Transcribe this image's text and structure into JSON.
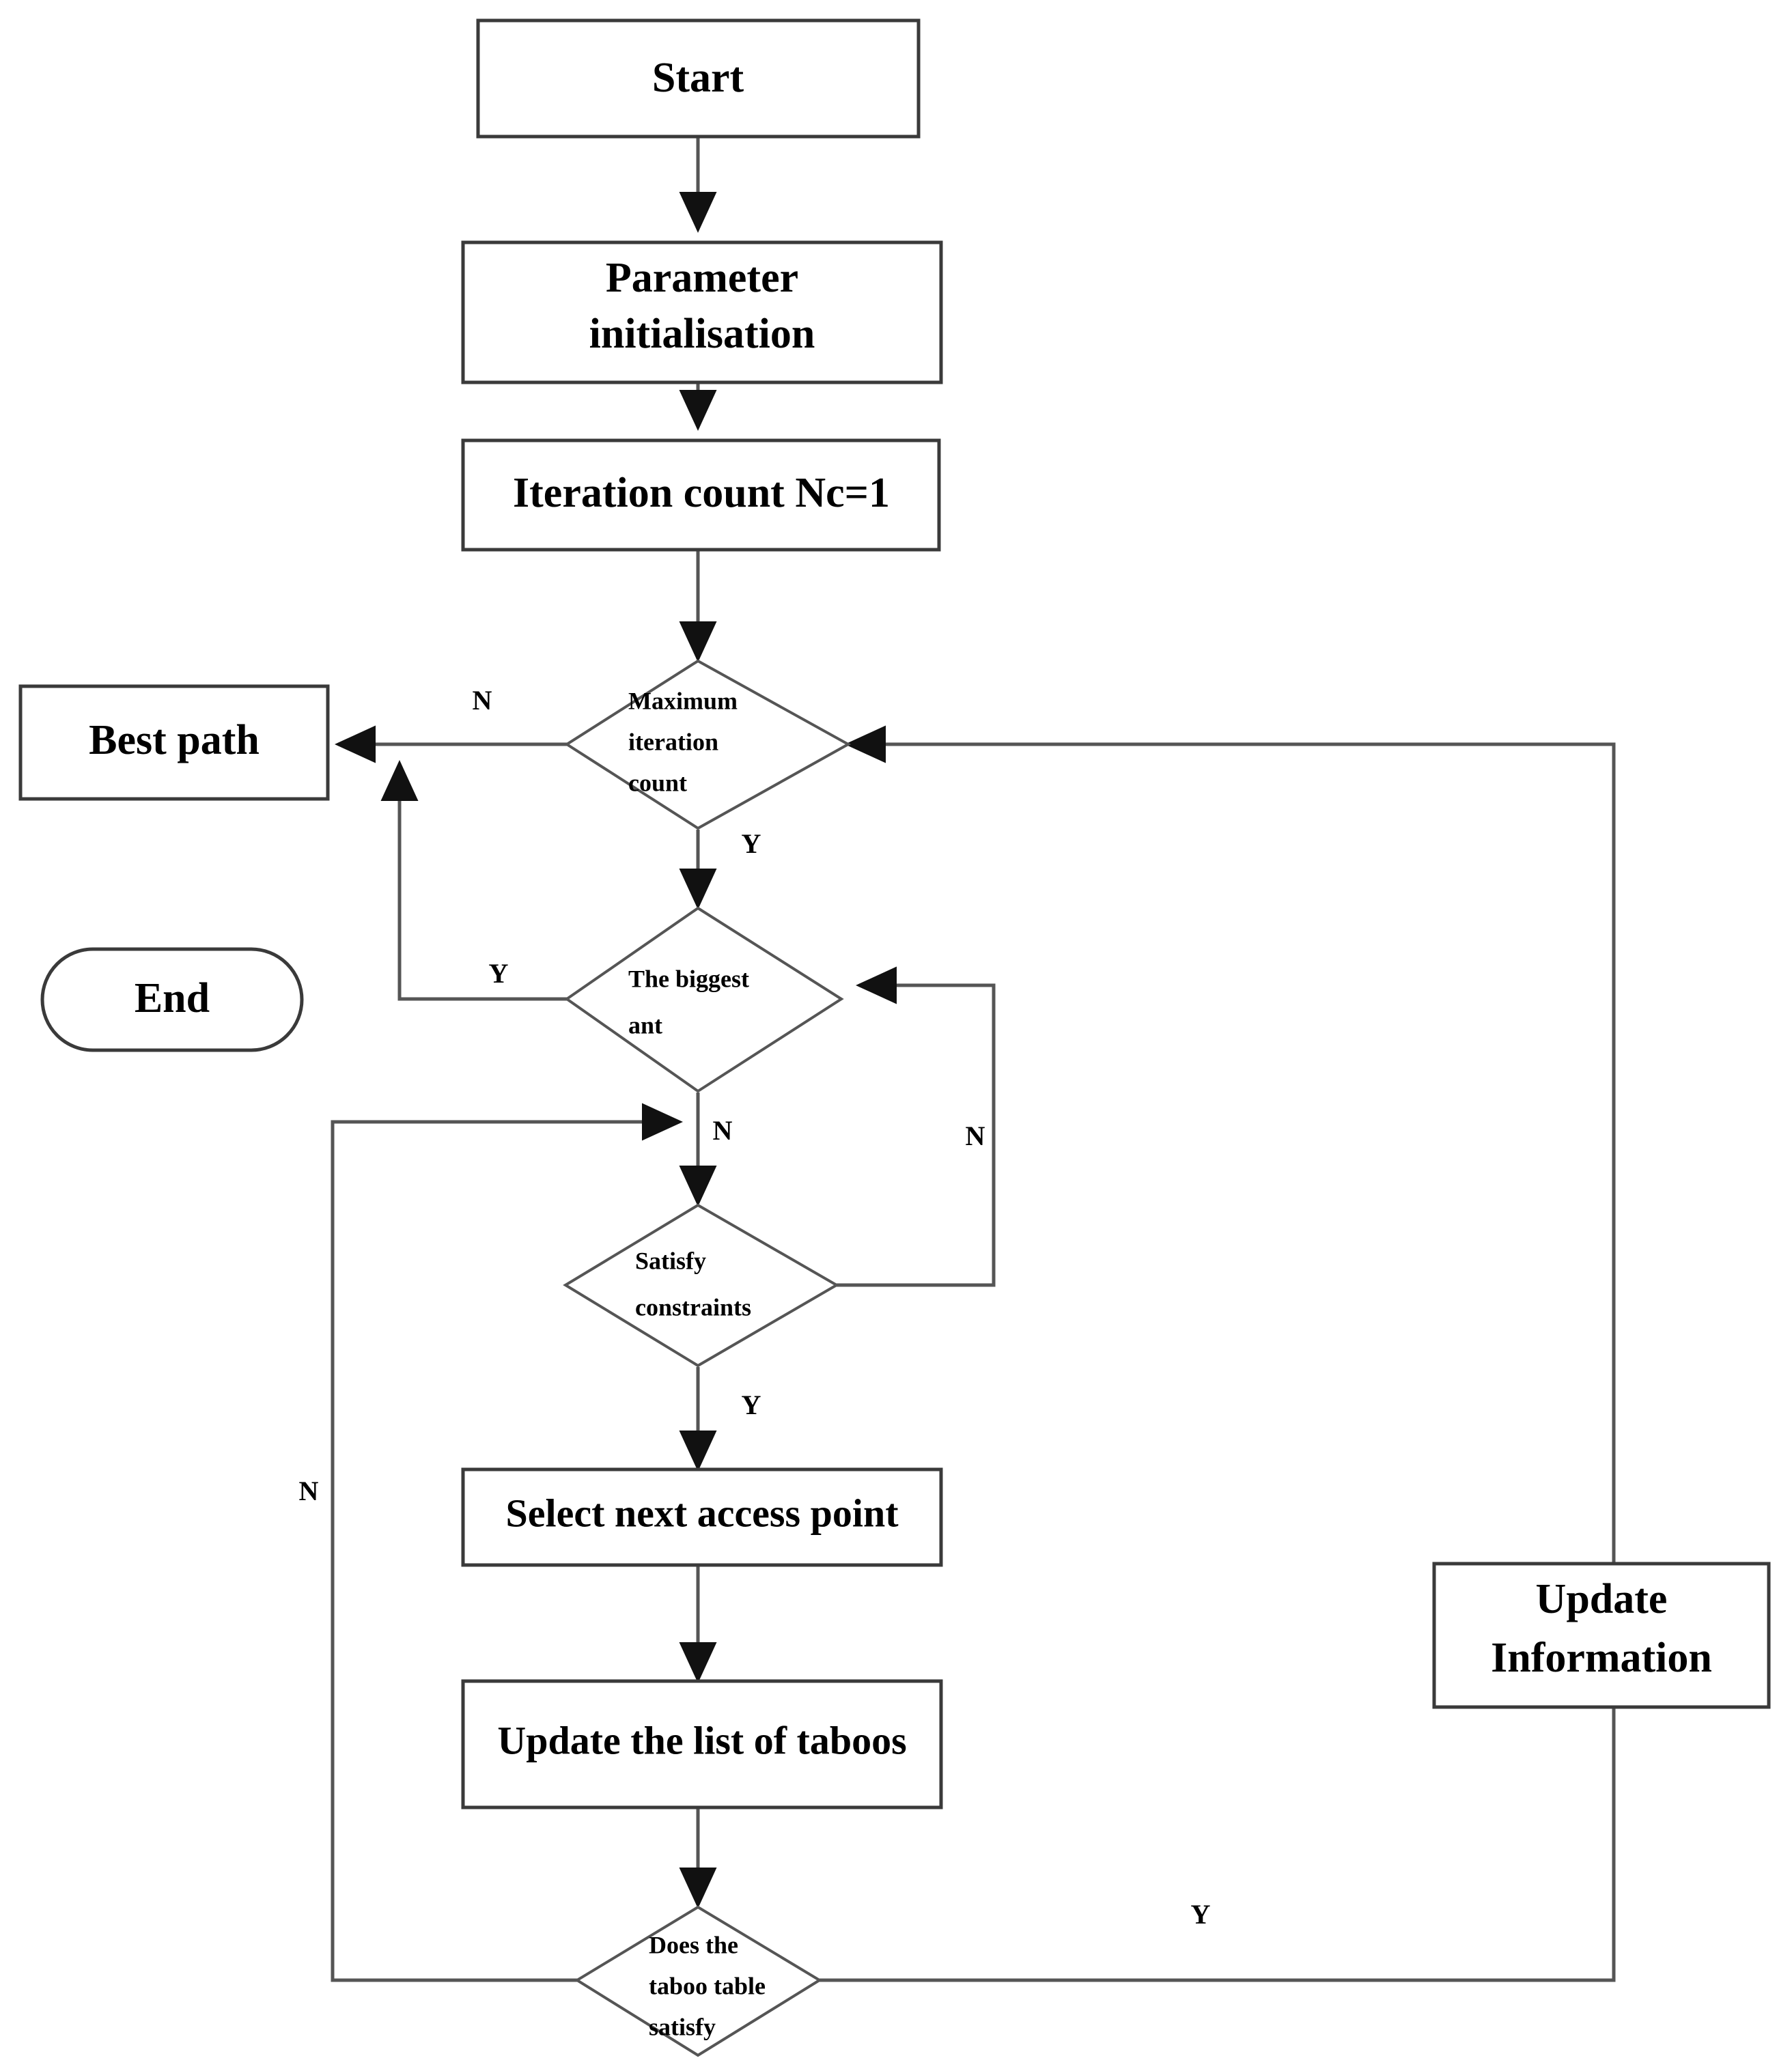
{
  "chart_data": {
    "type": "diagram",
    "title": "Ant colony optimisation algorithm flowchart",
    "diagram_kind": "flowchart",
    "nodes": [
      {
        "id": "start",
        "shape": "rectangle",
        "label": "Start",
        "lines": [
          "Start"
        ]
      },
      {
        "id": "param_init",
        "shape": "rectangle",
        "label": "Parameter initialisation",
        "lines": [
          "Parameter",
          "initialisation"
        ]
      },
      {
        "id": "iter_count",
        "shape": "rectangle",
        "label": "Iteration count Nc=1",
        "lines": [
          "Iteration count Nc=1"
        ]
      },
      {
        "id": "max_iter",
        "shape": "diamond",
        "label": "Maximum iteration count",
        "lines": [
          "Maximum",
          "iteration",
          "count"
        ]
      },
      {
        "id": "best_path",
        "shape": "rectangle",
        "label": "Best path",
        "lines": [
          "Best path"
        ]
      },
      {
        "id": "end",
        "shape": "rounded",
        "label": "End",
        "lines": [
          "End"
        ]
      },
      {
        "id": "biggest_ant",
        "shape": "diamond",
        "label": "The biggest ant",
        "lines": [
          "The biggest",
          "ant"
        ]
      },
      {
        "id": "satisfy_constraints",
        "shape": "diamond",
        "label": "Satisfy constraints",
        "lines": [
          "Satisfy",
          "constraints"
        ]
      },
      {
        "id": "select_next",
        "shape": "rectangle",
        "label": "Select next access point",
        "lines": [
          "Select next access point"
        ]
      },
      {
        "id": "update_taboos",
        "shape": "rectangle",
        "label": "Update the list of taboos",
        "lines": [
          "Update the list of taboos"
        ]
      },
      {
        "id": "taboo_satisfy",
        "shape": "diamond",
        "label": "Does the taboo table satisfy",
        "lines": [
          "Does the",
          "taboo table",
          "satisfy"
        ]
      },
      {
        "id": "update_info",
        "shape": "rectangle",
        "label": "Update Information",
        "lines": [
          "Update",
          "Information"
        ]
      }
    ],
    "edges": [
      {
        "from": "start",
        "to": "param_init",
        "label": ""
      },
      {
        "from": "param_init",
        "to": "iter_count",
        "label": ""
      },
      {
        "from": "iter_count",
        "to": "max_iter",
        "label": ""
      },
      {
        "from": "max_iter",
        "to": "best_path",
        "label": "N"
      },
      {
        "from": "max_iter",
        "to": "biggest_ant",
        "label": "Y"
      },
      {
        "from": "biggest_ant",
        "to": "best_path",
        "label": "Y"
      },
      {
        "from": "biggest_ant",
        "to": "satisfy_constraints",
        "label": "N"
      },
      {
        "from": "satisfy_constraints",
        "to": "biggest_ant",
        "label": "N"
      },
      {
        "from": "satisfy_constraints",
        "to": "select_next",
        "label": "Y"
      },
      {
        "from": "select_next",
        "to": "update_taboos",
        "label": ""
      },
      {
        "from": "update_taboos",
        "to": "taboo_satisfy",
        "label": ""
      },
      {
        "from": "taboo_satisfy",
        "to": "biggest_ant",
        "label": "N"
      },
      {
        "from": "taboo_satisfy",
        "to": "update_info",
        "label": "Y"
      },
      {
        "from": "update_info",
        "to": "max_iter",
        "label": ""
      }
    ],
    "branch_labels": [
      "N",
      "Y",
      "Y",
      "N",
      "N",
      "Y",
      "N",
      "Y"
    ],
    "colors": {
      "background": "#ffffff",
      "node_fill": "#ffffff",
      "node_stroke": "#3a3a3a",
      "connector": "#555555",
      "text": "#000000"
    }
  },
  "nodes": {
    "start": {
      "label": "Start"
    },
    "param_init": {
      "line1": "Parameter",
      "line2": "initialisation"
    },
    "iter_count": {
      "label": "Iteration count Nc=1"
    },
    "max_iter": {
      "line1": "Maximum",
      "line2": "iteration",
      "line3": "count"
    },
    "best_path": {
      "label": "Best path"
    },
    "end": {
      "label": "End"
    },
    "biggest_ant": {
      "line1": "The biggest",
      "line2": "ant"
    },
    "satisfy_constraints": {
      "line1": "Satisfy",
      "line2": "constraints"
    },
    "select_next": {
      "label": "Select next access point"
    },
    "update_taboos": {
      "label": "Update the list of taboos"
    },
    "taboo_satisfy": {
      "line1": "Does the",
      "line2": "taboo table",
      "line3": "satisfy"
    },
    "update_info": {
      "line1": "Update",
      "line2": "Information"
    }
  },
  "branches": {
    "max_iter_no": "N",
    "max_iter_yes": "Y",
    "biggest_ant_yes": "Y",
    "biggest_ant_no": "N",
    "satisfy_no": "N",
    "satisfy_yes": "Y",
    "taboo_no": "N",
    "taboo_yes": "Y"
  }
}
